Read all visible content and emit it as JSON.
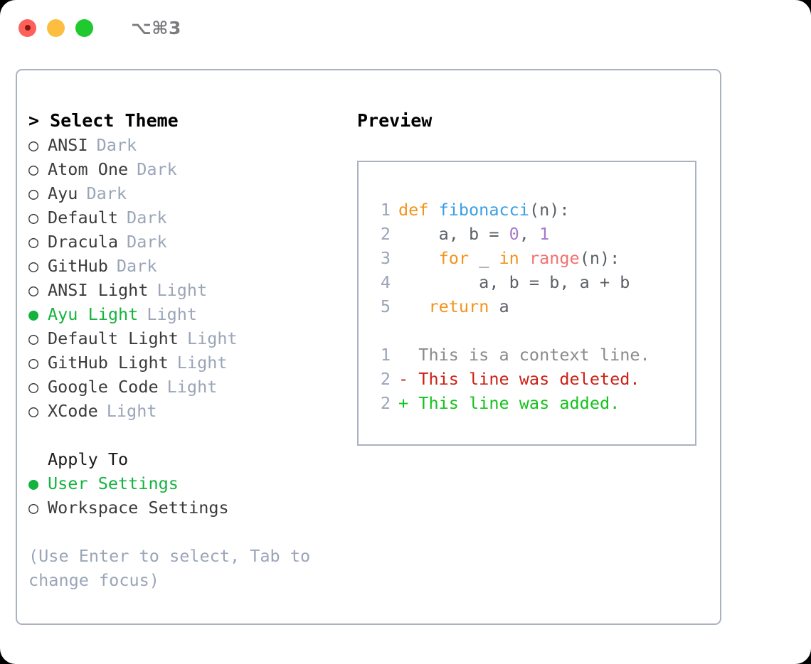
{
  "window": {
    "traffic_lights": [
      {
        "name": "close",
        "color": "#fd6159"
      },
      {
        "name": "minimize",
        "color": "#fcbe40"
      },
      {
        "name": "maximize",
        "color": "#1fc92e"
      }
    ],
    "shortcut": "⌥⌘3"
  },
  "colors": {
    "accent_green": "#14b33e",
    "muted": "#9aa5b8",
    "border": "#aab2bf",
    "keyword": "#f2941b",
    "function": "#3a9fe6",
    "number": "#a37acc",
    "builtin": "#f27070",
    "diff_deleted": "#cc1f14",
    "diff_added": "#14c21c"
  },
  "theme_picker": {
    "heading": "> Select Theme",
    "items": [
      {
        "marker": "○",
        "name": "ANSI",
        "kind": "Dark",
        "selected": false
      },
      {
        "marker": "○",
        "name": "Atom One",
        "kind": "Dark",
        "selected": false
      },
      {
        "marker": "○",
        "name": "Ayu",
        "kind": "Dark",
        "selected": false
      },
      {
        "marker": "○",
        "name": "Default",
        "kind": "Dark",
        "selected": false
      },
      {
        "marker": "○",
        "name": "Dracula",
        "kind": "Dark",
        "selected": false
      },
      {
        "marker": "○",
        "name": "GitHub",
        "kind": "Dark",
        "selected": false
      },
      {
        "marker": "○",
        "name": "ANSI Light",
        "kind": "Light",
        "selected": false
      },
      {
        "marker": "●",
        "name": "Ayu Light",
        "kind": "Light",
        "selected": true
      },
      {
        "marker": "○",
        "name": "Default Light",
        "kind": "Light",
        "selected": false
      },
      {
        "marker": "○",
        "name": "GitHub Light",
        "kind": "Light",
        "selected": false
      },
      {
        "marker": "○",
        "name": "Google Code",
        "kind": "Light",
        "selected": false
      },
      {
        "marker": "○",
        "name": "XCode",
        "kind": "Light",
        "selected": false
      }
    ]
  },
  "apply_to": {
    "heading": "Apply To",
    "options": [
      {
        "marker": "●",
        "label": "User Settings",
        "selected": true
      },
      {
        "marker": "○",
        "label": "Workspace Settings",
        "selected": false
      }
    ]
  },
  "hint": "(Use Enter to select, Tab to change focus)",
  "preview": {
    "heading": "Preview",
    "code_lines": [
      {
        "num": "1",
        "tokens": [
          {
            "text": "def ",
            "cls": "tok-kw"
          },
          {
            "text": "fibonacci",
            "cls": "tok-fn"
          },
          {
            "text": "(n):",
            "cls": "tok-txt"
          }
        ]
      },
      {
        "num": "2",
        "tokens": [
          {
            "text": "    a, b = ",
            "cls": "tok-txt"
          },
          {
            "text": "0",
            "cls": "tok-num"
          },
          {
            "text": ", ",
            "cls": "tok-txt"
          },
          {
            "text": "1",
            "cls": "tok-num"
          }
        ]
      },
      {
        "num": "3",
        "tokens": [
          {
            "text": "    ",
            "cls": "tok-txt"
          },
          {
            "text": "for",
            "cls": "tok-kw"
          },
          {
            "text": " _ ",
            "cls": "tok-txt"
          },
          {
            "text": "in",
            "cls": "tok-kw"
          },
          {
            "text": " ",
            "cls": "tok-txt"
          },
          {
            "text": "range",
            "cls": "tok-call"
          },
          {
            "text": "(n):",
            "cls": "tok-txt"
          }
        ]
      },
      {
        "num": "4",
        "tokens": [
          {
            "text": "        a, b = b, a + b",
            "cls": "tok-txt"
          }
        ]
      },
      {
        "num": "5",
        "tokens": [
          {
            "text": "   ",
            "cls": "tok-txt"
          },
          {
            "text": "return",
            "cls": "tok-kw"
          },
          {
            "text": " a",
            "cls": "tok-txt"
          }
        ]
      }
    ],
    "diff_lines": [
      {
        "num": "1",
        "tokens": [
          {
            "text": "  This is a context line.",
            "cls": "tok-ctx"
          }
        ]
      },
      {
        "num": "2",
        "tokens": [
          {
            "text": "- This line was deleted.",
            "cls": "tok-del"
          }
        ]
      },
      {
        "num": "2",
        "tokens": [
          {
            "text": "+ This line was added.",
            "cls": "tok-add"
          }
        ]
      }
    ]
  }
}
